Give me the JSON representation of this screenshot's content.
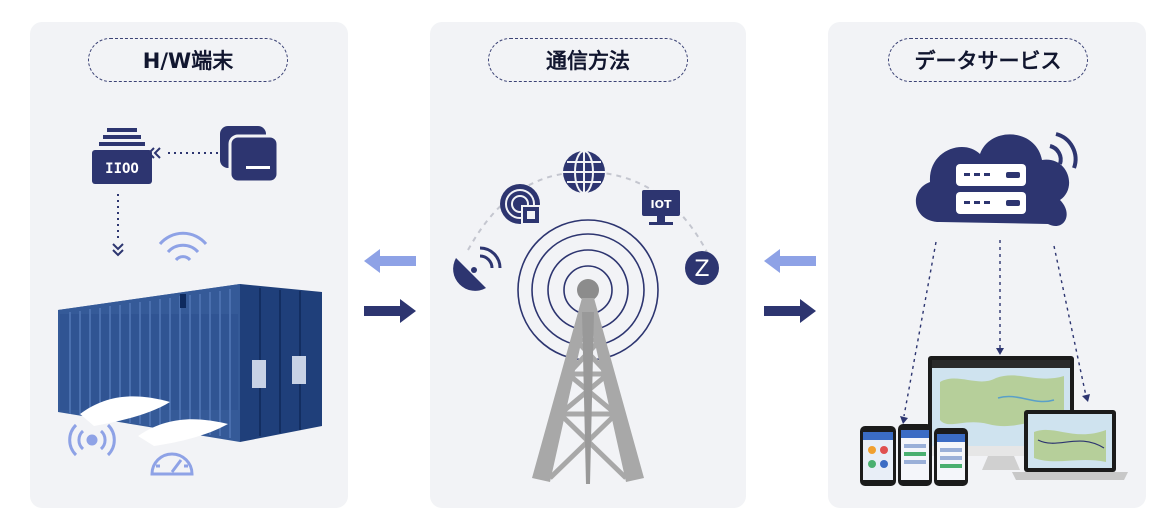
{
  "sections": [
    {
      "title": "H/W端末"
    },
    {
      "title": "通信方法"
    },
    {
      "title": "データサービス"
    }
  ],
  "hw": {
    "device_label": "IIOO"
  },
  "comm": {
    "iot_label": "IOT",
    "zigbee_label": "Z"
  },
  "colors": {
    "navy": "#2d3570",
    "light_arrow": "#8ea2e6",
    "panel_bg": "#f2f3f6",
    "tower": "#a8a8a8",
    "accent_light": "#8ea2e6"
  }
}
